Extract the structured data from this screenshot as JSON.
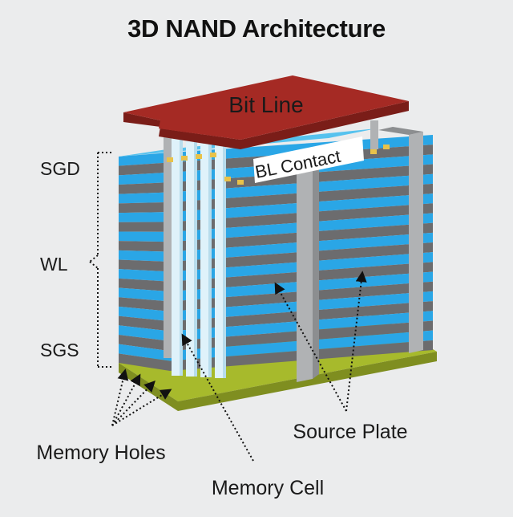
{
  "title": "3D NAND Architecture",
  "labels": {
    "bit_line": "Bit Line",
    "bl_contact": "BL Contact",
    "sgd": "SGD",
    "wl": "WL",
    "sgs": "SGS",
    "memory_holes": "Memory Holes",
    "memory_cell": "Memory Cell",
    "source_plate": "Source Plate"
  },
  "colors": {
    "bit_line": "#a52a24",
    "bit_line_side": "#7a1d18",
    "blue_layer": "#2aa6e6",
    "blue_top": "#56c2ee",
    "gray_layer": "#6c6c6e",
    "pillar": "#dff2fa",
    "pillar_shade": "#b7dcec",
    "source_plate": "#a7ba2c",
    "source_plate_dark": "#7f8e20",
    "contact": "#e8c24a",
    "wall": "#b0b2b4",
    "wall_dark": "#8c8e90"
  }
}
